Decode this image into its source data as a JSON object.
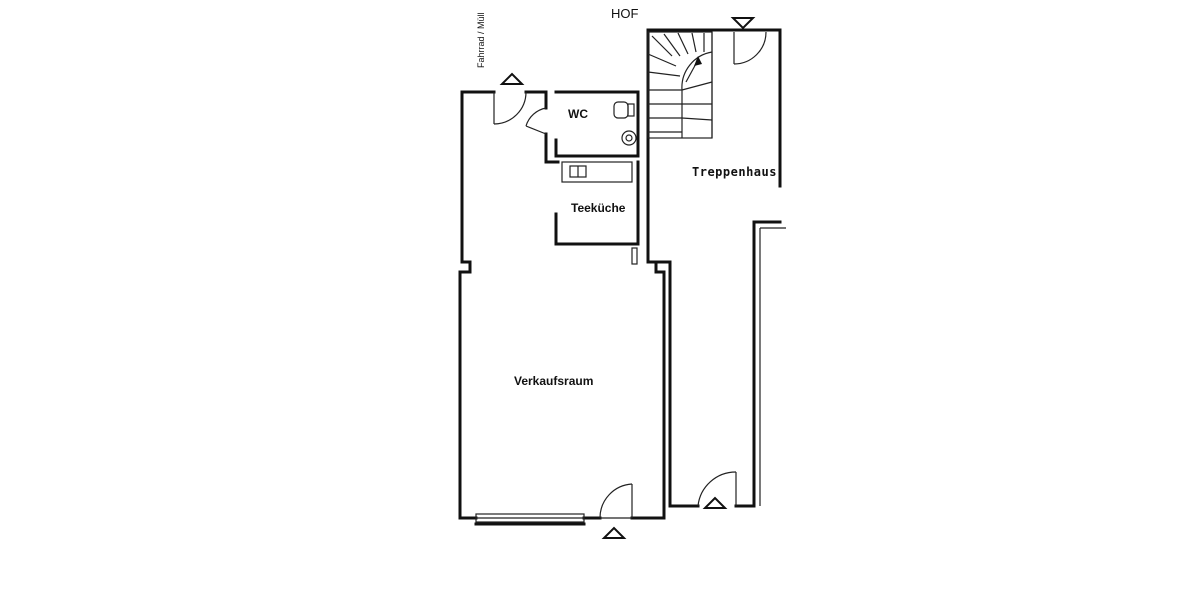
{
  "labels": {
    "hof": "HOF",
    "fahrrad_muell": "Fahrrad / Müll",
    "wc": "WC",
    "teekueche": "Teeküche",
    "verkaufsraum": "Verkaufsraum",
    "treppenhaus": "Treppenhaus"
  },
  "colors": {
    "line": "#111111",
    "background": "#ffffff"
  },
  "icons": {
    "entrance_markers": "triangle-icon",
    "toilet": "toilet-icon",
    "sink": "sink-icon",
    "kitchen_counter": "counter-icon",
    "stair": "spiral-stair-icon"
  }
}
